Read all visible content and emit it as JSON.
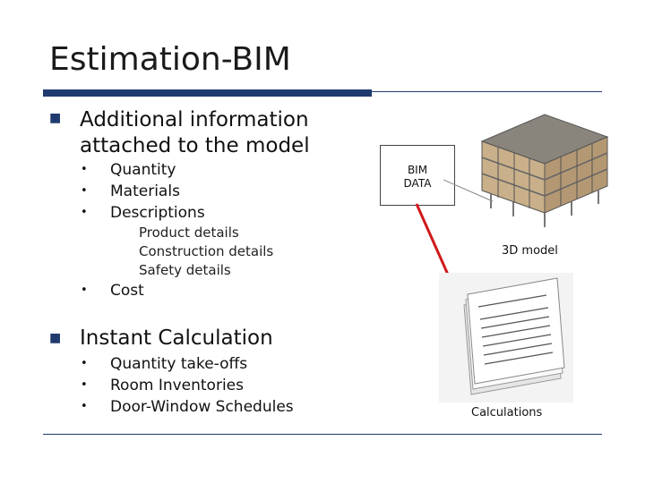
{
  "slide": {
    "title": "Estimation-BIM",
    "section1": {
      "heading_line1": "Additional information",
      "heading_line2": "attached to the model",
      "items": [
        "Quantity",
        "Materials",
        "Descriptions"
      ],
      "subitems": [
        "Product details",
        "Construction details",
        "Safety details"
      ],
      "last_item": "Cost"
    },
    "section2": {
      "heading": "Instant Calculation",
      "items": [
        "Quantity take-offs",
        "Room Inventories",
        "Door-Window Schedules"
      ]
    },
    "diagram": {
      "bim_line1": "BIM",
      "bim_line2": "DATA",
      "model_caption": "3D model",
      "calc_caption": "Calculations"
    },
    "colors": {
      "accent": "#1f3a6e",
      "arrow": "#d0181a"
    }
  }
}
